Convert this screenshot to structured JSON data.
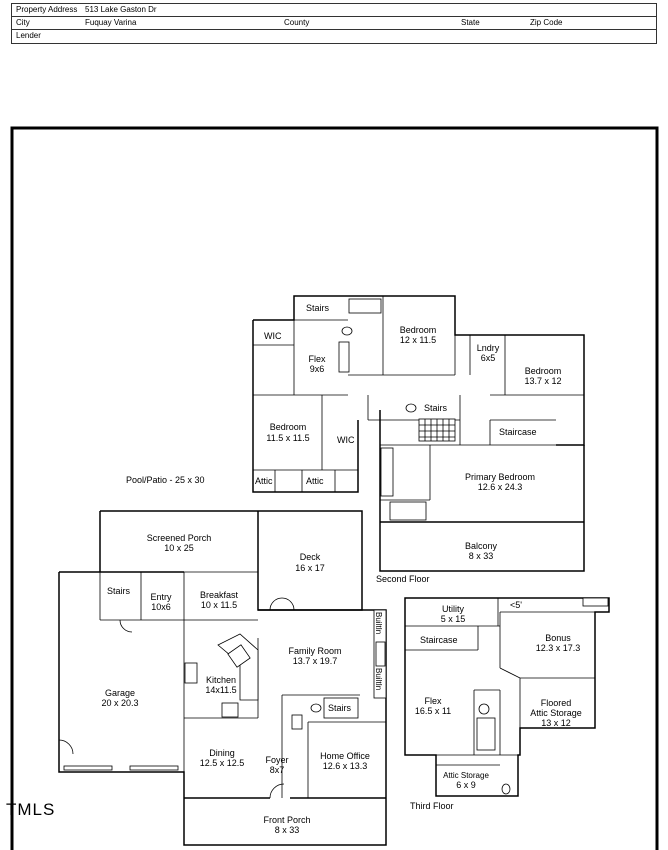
{
  "header": {
    "property_address_label": "Property Address",
    "property_address_value": "513 Lake Gaston Dr",
    "city_label": "City",
    "city_value": "Fuquay Varina",
    "county_label": "County",
    "state_label": "State",
    "zip_label": "Zip Code",
    "lender_label": "Lender"
  },
  "plan": {
    "second_floor": {
      "title": "Second Floor",
      "rooms": {
        "stairs": "Stairs",
        "wic_left": "WIC",
        "flex_name": "Flex",
        "flex_dim": "9x6",
        "bedroom_top_name": "Bedroom",
        "bedroom_top_dim": "12 x 11.5",
        "lndry_name": "Lndry",
        "lndry_dim": "6x5",
        "bedroom_right_name": "Bedroom",
        "bedroom_right_dim": "13.7 x 12",
        "stairs_center": "Stairs",
        "staircase": "Staircase",
        "bedroom_left_name": "Bedroom",
        "bedroom_left_dim": "11.5 x 11.5",
        "wic_center": "WIC",
        "attic_1": "Attic",
        "attic_2": "Attic",
        "primary_name": "Primary Bedroom",
        "primary_dim": "12.6 x 24.3",
        "balcony_name": "Balcony",
        "balcony_dim": "8 x 33"
      }
    },
    "pool_patio": "Pool/Patio - 25 x 30",
    "first_floor": {
      "rooms": {
        "screened_name": "Screened Porch",
        "screened_dim": "10 x 25",
        "deck_name": "Deck",
        "deck_dim": "16 x 17",
        "stairs": "Stairs",
        "entry_name": "Entry",
        "entry_dim": "10x6",
        "breakfast_name": "Breakfast",
        "breakfast_dim": "10 x 11.5",
        "family_name": "Family Room",
        "family_dim": "13.7 x 19.7",
        "builtin_1": "BuiltIn",
        "builtin_2": "BuiltIn",
        "kitchen_name": "Kitchen",
        "kitchen_dim": "14x11.5",
        "garage_name": "Garage",
        "garage_dim": "20 x 20.3",
        "stairs_office": "Stairs",
        "dining_name": "Dining",
        "dining_dim": "12.5 x 12.5",
        "foyer_name": "Foyer",
        "foyer_dim": "8x7",
        "office_name": "Home Office",
        "office_dim": "12.6 x 13.3",
        "front_porch_name": "Front Porch",
        "front_porch_dim": "8 x 33"
      }
    },
    "third_floor": {
      "title": "Third Floor",
      "rooms": {
        "utility_name": "Utility",
        "utility_dim": "5 x 15",
        "low_ceiling": "<5'",
        "staircase": "Staircase",
        "bonus_name": "Bonus",
        "bonus_dim": "12.3 x 17.3",
        "flex_name": "Flex",
        "flex_dim": "16.5 x 11",
        "floored_name_1": "Floored",
        "floored_name_2": "Attic Storage",
        "floored_dim": "13 x 12",
        "attic_storage_name": "Attic Storage",
        "attic_storage_dim": "6 x 9"
      }
    }
  },
  "logo": "TMLS"
}
